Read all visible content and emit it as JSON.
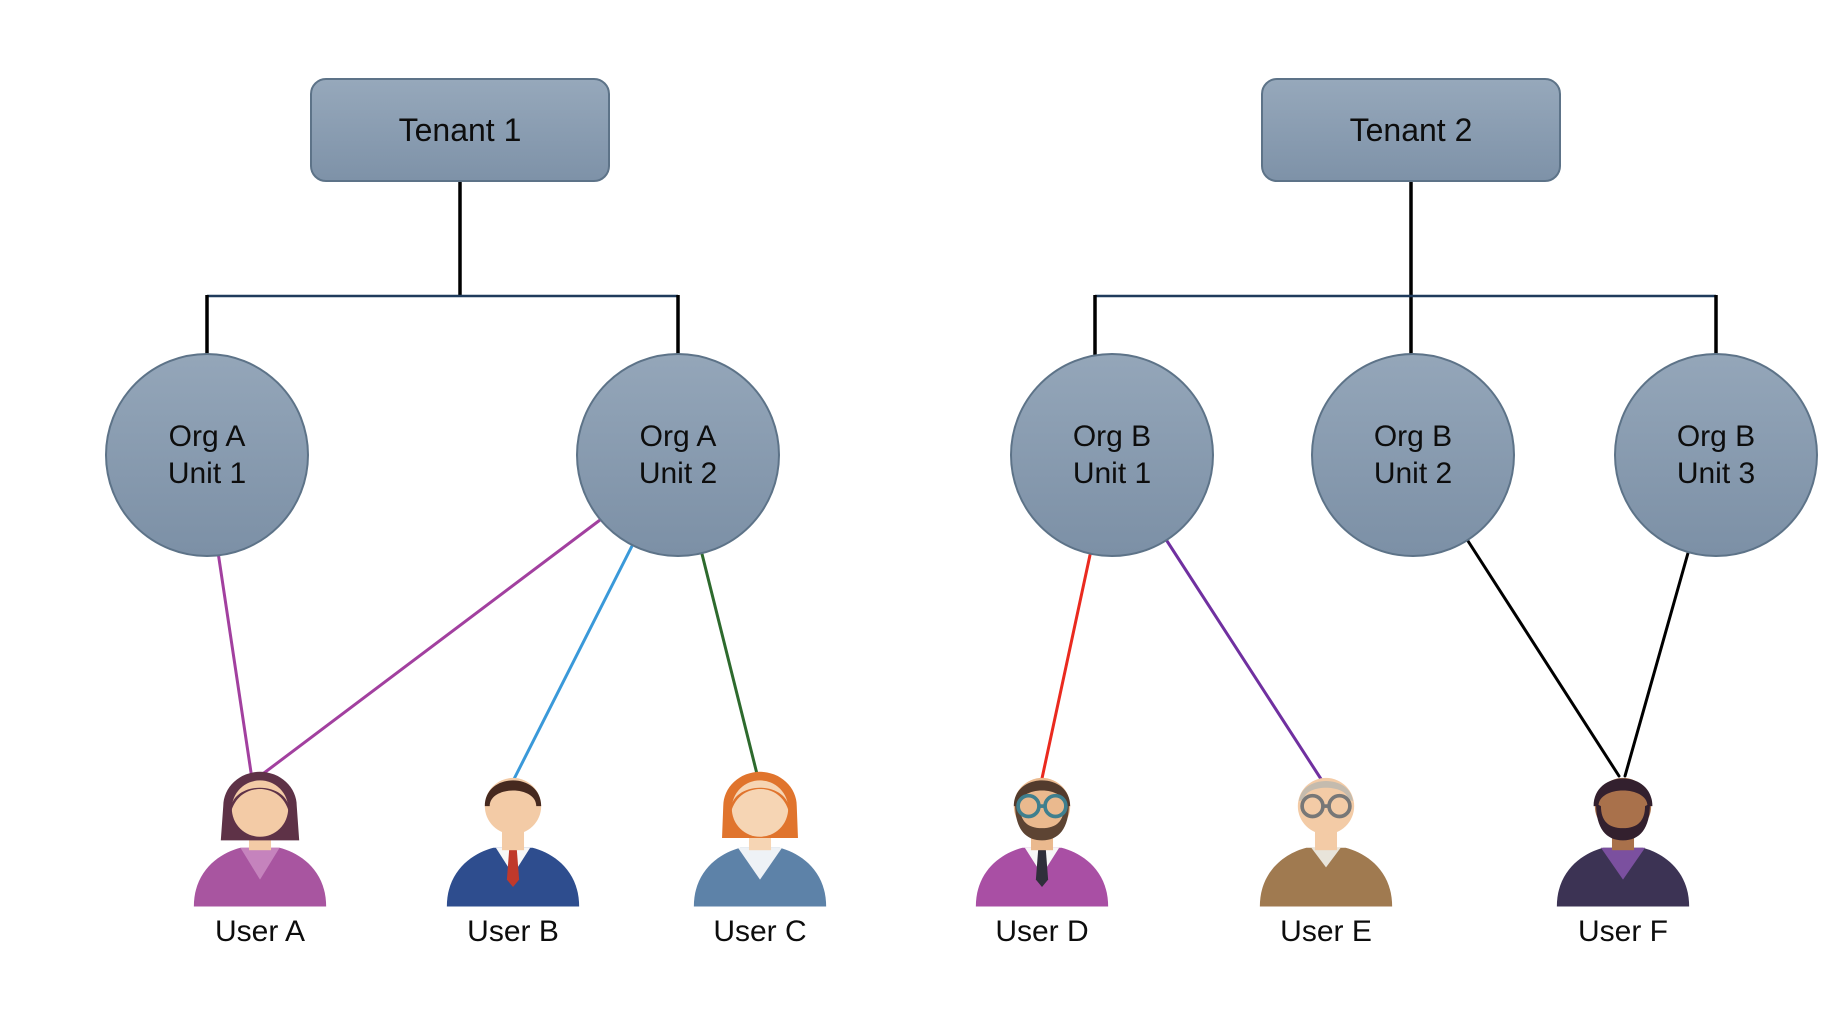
{
  "diagram": {
    "tenants": [
      {
        "label": "Tenant 1"
      },
      {
        "label": "Tenant 2"
      }
    ],
    "org_units": [
      {
        "line1": "Org A",
        "line2": "Unit 1",
        "tenant": "Tenant 1"
      },
      {
        "line1": "Org A",
        "line2": "Unit 2",
        "tenant": "Tenant 1"
      },
      {
        "line1": "Org B",
        "line2": "Unit 1",
        "tenant": "Tenant 2"
      },
      {
        "line1": "Org B",
        "line2": "Unit 2",
        "tenant": "Tenant 2"
      },
      {
        "line1": "Org B",
        "line2": "Unit 3",
        "tenant": "Tenant 2"
      }
    ],
    "users": [
      {
        "label": "User A",
        "colors": {
          "hair": "#5e3247",
          "skin": "#f3cba6",
          "top": "#a855a0",
          "accent": "#c583bd"
        }
      },
      {
        "label": "User B",
        "colors": {
          "hair": "#46291f",
          "skin": "#f3cba6",
          "top": "#2e4d8e",
          "shirt": "#f7f7f7",
          "accent": "#c0392b"
        }
      },
      {
        "label": "User C",
        "colors": {
          "hair": "#e0742d",
          "skin": "#f6d5b4",
          "top": "#5d82a8",
          "accent": "#eef2f6"
        }
      },
      {
        "label": "User D",
        "colors": {
          "hair": "#533b2d",
          "beard": "#5d4433",
          "skin": "#eab98e",
          "top": "#a94fa4",
          "shirt": "#f7f7f7",
          "accent": "#2f2f3a",
          "glasses": "#3f7f8e"
        }
      },
      {
        "label": "User E",
        "colors": {
          "hair": "#c4bbae",
          "skin": "#f3cba6",
          "top": "#a07a50",
          "accent": "#e8e4da",
          "glasses": "#777777"
        }
      },
      {
        "label": "User F",
        "colors": {
          "hair": "#33202e",
          "beard": "#33202e",
          "skin": "#a9714b",
          "top": "#3c3354",
          "accent": "#7b509f"
        }
      }
    ],
    "connections": [
      {
        "from": "Org A Unit 1",
        "to": "User A",
        "color": "#a2409f"
      },
      {
        "from": "Org A Unit 2",
        "to": "User A",
        "color": "#a2409f"
      },
      {
        "from": "Org A Unit 2",
        "to": "User B",
        "color": "#3a99d9"
      },
      {
        "from": "Org A Unit 2",
        "to": "User C",
        "color": "#2d6a2d"
      },
      {
        "from": "Org B Unit 1",
        "to": "User D",
        "color": "#ea2a1f"
      },
      {
        "from": "Org B Unit 1",
        "to": "User E",
        "color": "#7030a0"
      },
      {
        "from": "Org B Unit 2",
        "to": "User F",
        "color": "#000000"
      },
      {
        "from": "Org B Unit 3",
        "to": "User F",
        "color": "#000000"
      }
    ],
    "colors": {
      "node_fill_top": "#96a8bb",
      "node_fill_bottom": "#7e92a8",
      "node_border": "#5d7388",
      "tree_line": "#000000",
      "tree_rail": "#1f3b5c",
      "background": "#ffffff"
    }
  }
}
